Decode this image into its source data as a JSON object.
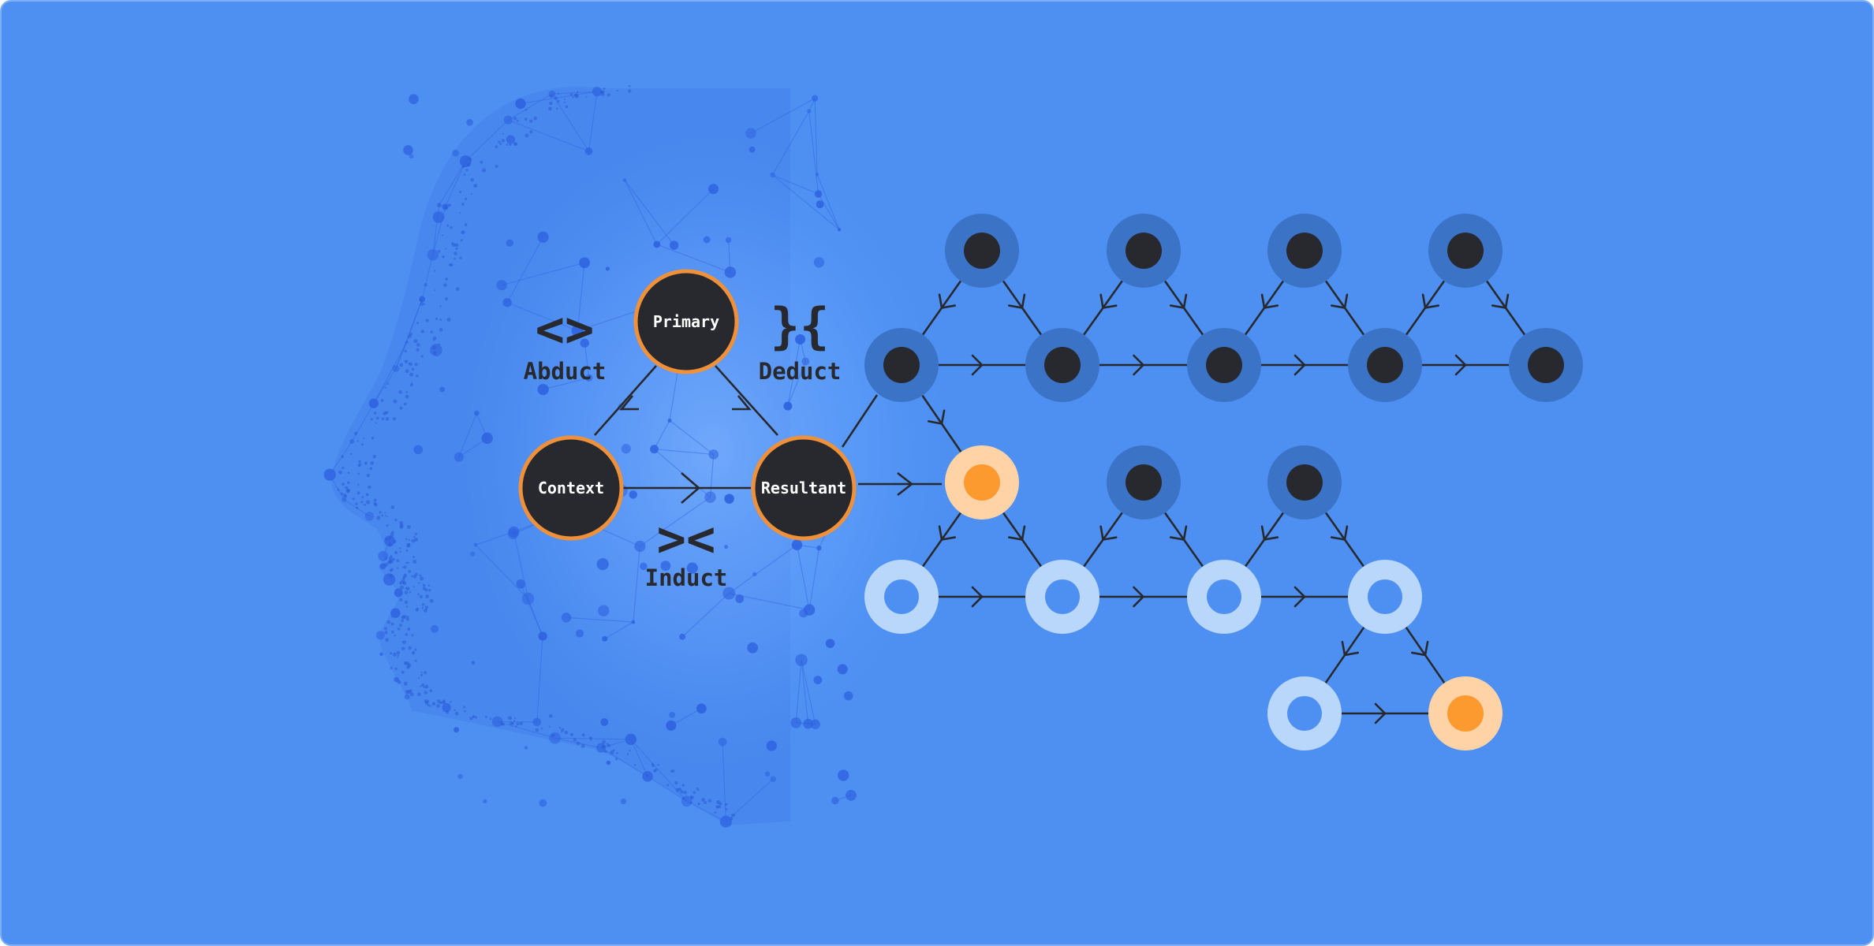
{
  "colors": {
    "background": "#4d90f2",
    "border": "#7fb0f6",
    "face_dots": "#2f63e0",
    "node_fill": "#27292e",
    "node_ring": "#f0913a",
    "edge": "#27292e",
    "blue_node_outer": "#3b73c6",
    "pale_ring": "#b9d6fb",
    "orange_core": "#fd9a2f",
    "orange_halo": "#ffd3a6"
  },
  "reasoning": {
    "primary": "Primary",
    "context": "Context",
    "resultant": "Resultant",
    "abduct": {
      "symbol": "<>",
      "label": "Abduct"
    },
    "deduct": {
      "symbol": "}{",
      "label": "Deduct"
    },
    "induct": {
      "symbol": "><",
      "label": "Induct"
    }
  },
  "graph": {
    "node_styles": [
      "dark",
      "pale",
      "orange"
    ],
    "edge_direction": "left-to-right and downward"
  },
  "decoration": {
    "face": "wireframe-face-profile"
  }
}
